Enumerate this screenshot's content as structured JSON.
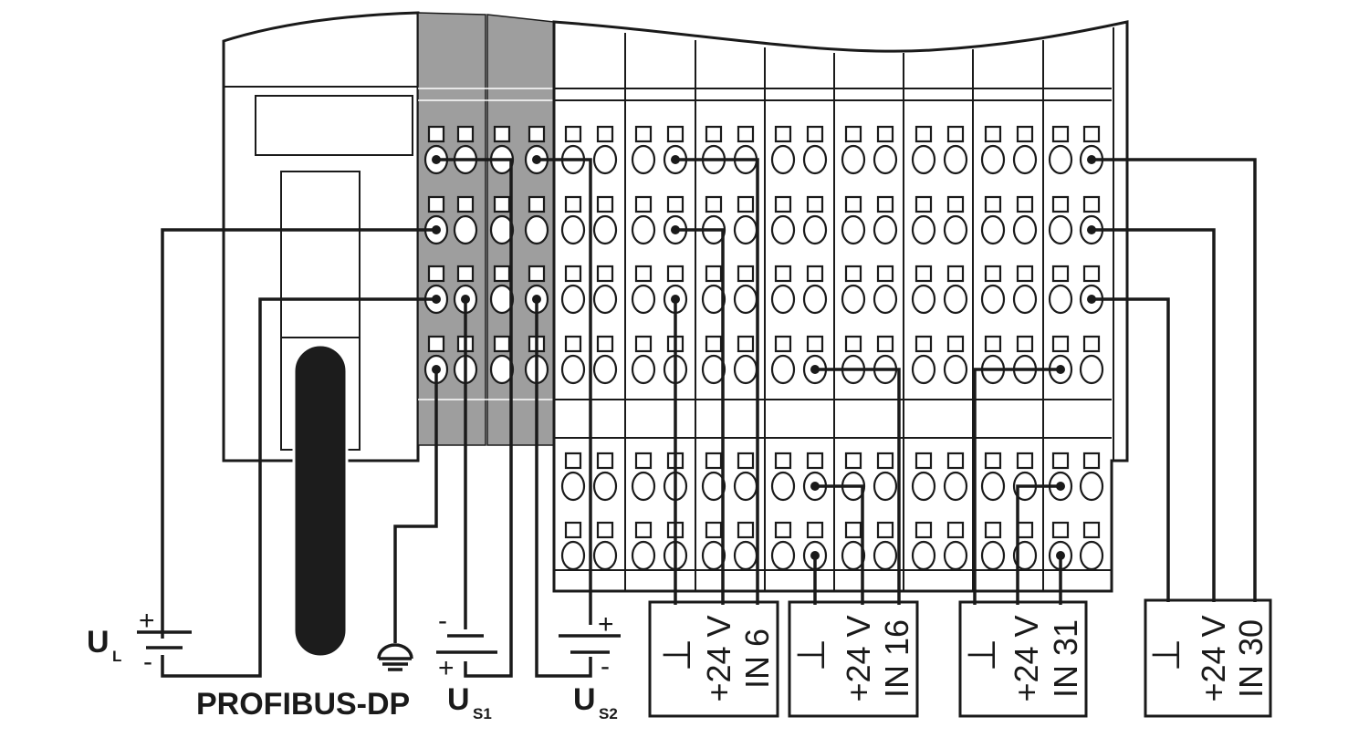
{
  "labels": {
    "ul_main": "U",
    "ul_sub": "L",
    "us1_main": "U",
    "us1_sub": "S1",
    "us2_main": "U",
    "us2_sub": "S2",
    "profibus": "PROFIBUS-DP",
    "plus": "+",
    "minus": "-"
  },
  "sensors": [
    {
      "ground": "⊥",
      "supply": "+24 V",
      "input": "IN 6"
    },
    {
      "ground": "⊥",
      "supply": "+24 V",
      "input": "IN 16"
    },
    {
      "ground": "⊥",
      "supply": "+24 V",
      "input": "IN 31"
    },
    {
      "ground": "⊥",
      "supply": "+24 V",
      "input": "IN 30"
    }
  ],
  "colors": {
    "line": "#1a1a1a",
    "power_module_fill": "#9e9e9e",
    "cable": "#1c1c1c",
    "background": "#ffffff"
  }
}
